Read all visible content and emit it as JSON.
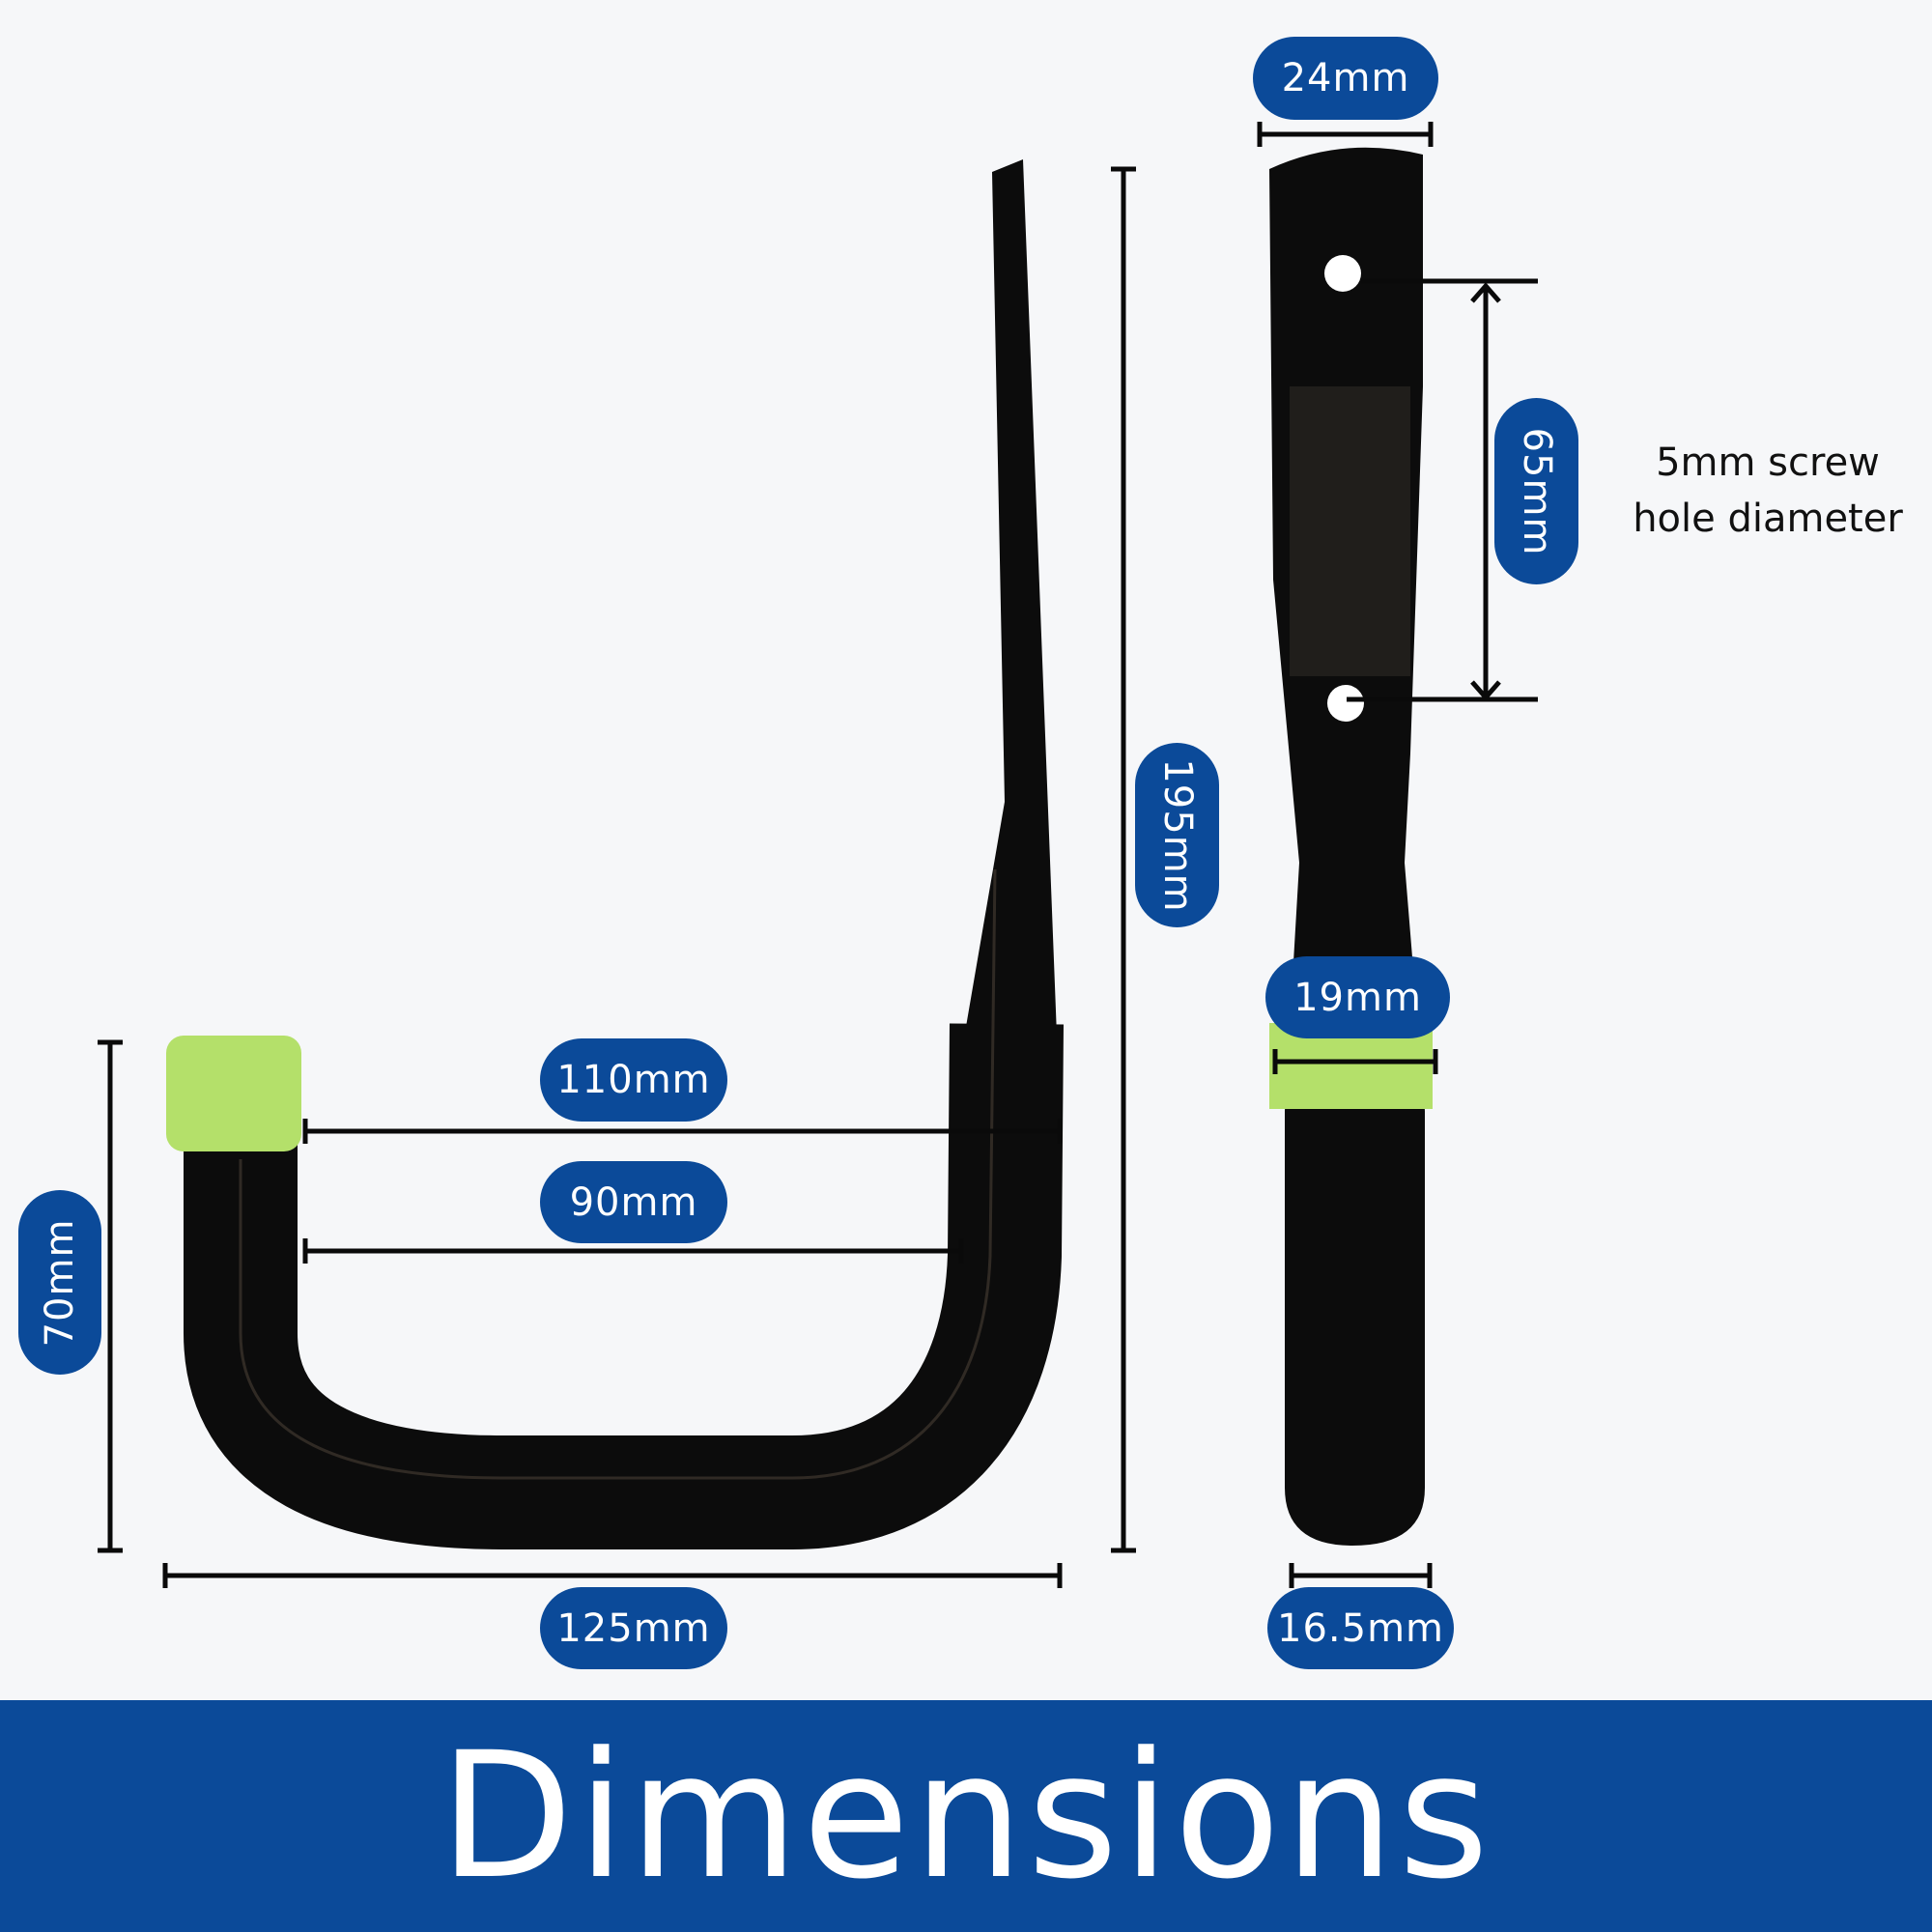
{
  "colors": {
    "brand_blue": "#0b4a99",
    "hook_black": "#0c0c0c",
    "cap_green": "#b4e06a",
    "background": "#f6f7f9"
  },
  "dimensions": {
    "width_top": "24mm",
    "hole_spacing": "65mm",
    "total_height": "195mm",
    "band_width": "19mm",
    "outer_depth": "110mm",
    "inner_depth": "90mm",
    "lip_height": "70mm",
    "total_depth": "125mm",
    "tube_width": "16.5mm"
  },
  "note": {
    "line1": "5mm screw",
    "line2": "hole diameter"
  },
  "banner": {
    "title": "Dimensions"
  }
}
